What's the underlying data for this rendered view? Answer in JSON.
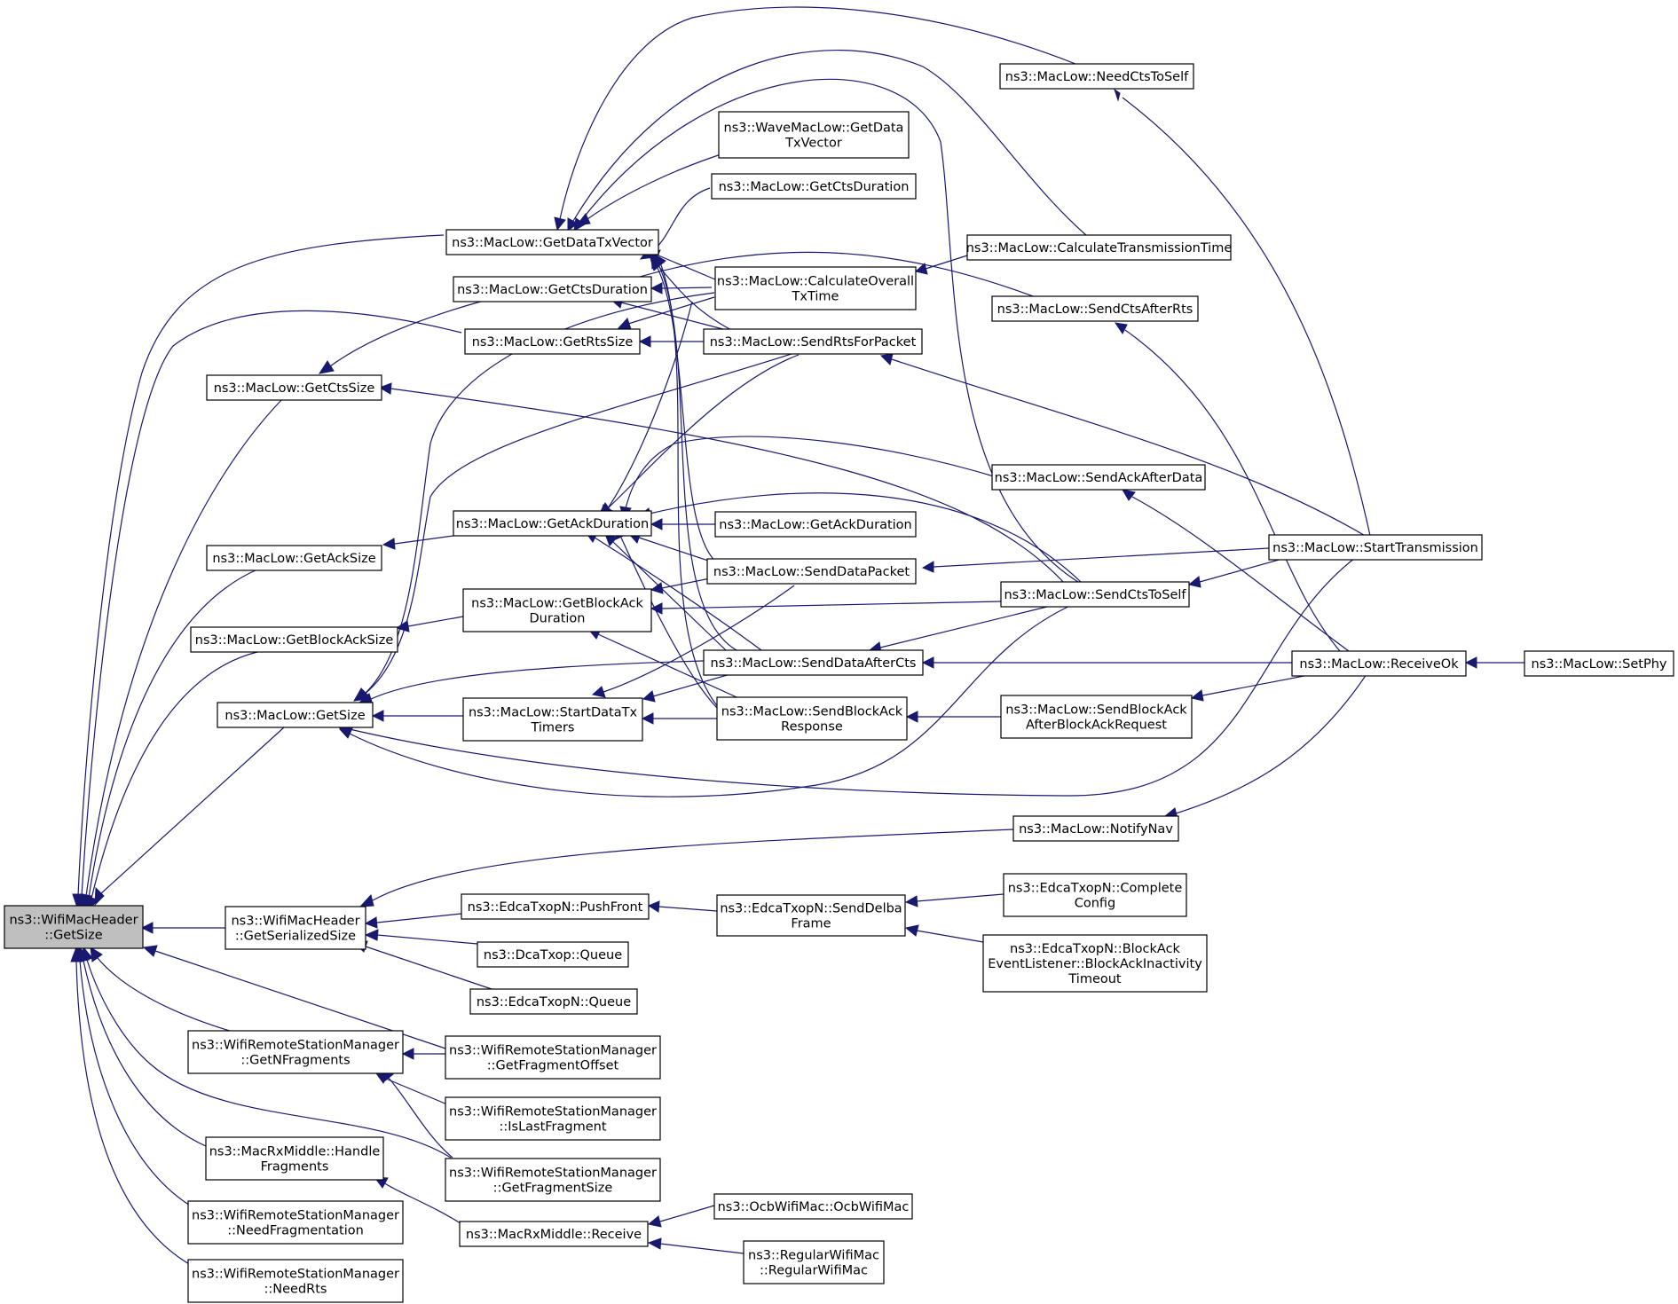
{
  "colors": {
    "edge": "#191970",
    "root_fill": "#bfbfbf",
    "node_fill": "#ffffff",
    "border": "#000000"
  },
  "nodes": [
    {
      "id": "root",
      "lines": [
        "ns3::WifiMacHeader",
        "::GetSize"
      ]
    },
    {
      "id": "getDataTxVector",
      "lines": [
        "ns3::MacLow::GetDataTxVector"
      ]
    },
    {
      "id": "getCtsDuration",
      "lines": [
        "ns3::MacLow::GetCtsDuration"
      ]
    },
    {
      "id": "getRtsSize",
      "lines": [
        "ns3::MacLow::GetRtsSize"
      ]
    },
    {
      "id": "getCtsSize",
      "lines": [
        "ns3::MacLow::GetCtsSize"
      ]
    },
    {
      "id": "getAckSize",
      "lines": [
        "ns3::MacLow::GetAckSize"
      ]
    },
    {
      "id": "getBlockAckSize",
      "lines": [
        "ns3::MacLow::GetBlockAckSize"
      ]
    },
    {
      "id": "getSize",
      "lines": [
        "ns3::MacLow::GetSize"
      ]
    },
    {
      "id": "getSerializedSize",
      "lines": [
        "ns3::WifiMacHeader",
        "::GetSerializedSize"
      ]
    },
    {
      "id": "getNFragments",
      "lines": [
        "ns3::WifiRemoteStationManager",
        "::GetNFragments"
      ]
    },
    {
      "id": "handleFragments",
      "lines": [
        "ns3::MacRxMiddle::Handle",
        "Fragments"
      ]
    },
    {
      "id": "needFragmentation",
      "lines": [
        "ns3::WifiRemoteStationManager",
        "::NeedFragmentation"
      ]
    },
    {
      "id": "needRts",
      "lines": [
        "ns3::WifiRemoteStationManager",
        "::NeedRts"
      ]
    },
    {
      "id": "getAckDuration",
      "lines": [
        "ns3::MacLow::GetAckDuration"
      ]
    },
    {
      "id": "getBlockAckDuration",
      "lines": [
        "ns3::MacLow::GetBlockAck",
        "Duration"
      ]
    },
    {
      "id": "startDataTxTimers",
      "lines": [
        "ns3::MacLow::StartDataTx",
        "Timers"
      ]
    },
    {
      "id": "pushFront",
      "lines": [
        "ns3::EdcaTxopN::PushFront"
      ]
    },
    {
      "id": "dcaQueue",
      "lines": [
        "ns3::DcaTxop::Queue"
      ]
    },
    {
      "id": "edcaQueue",
      "lines": [
        "ns3::EdcaTxopN::Queue"
      ]
    },
    {
      "id": "getFragmentOffset",
      "lines": [
        "ns3::WifiRemoteStationManager",
        "::GetFragmentOffset"
      ]
    },
    {
      "id": "isLastFragment",
      "lines": [
        "ns3::WifiRemoteStationManager",
        "::IsLastFragment"
      ]
    },
    {
      "id": "getFragmentSize",
      "lines": [
        "ns3::WifiRemoteStationManager",
        "::GetFragmentSize"
      ]
    },
    {
      "id": "rxReceive",
      "lines": [
        "ns3::MacRxMiddle::Receive"
      ]
    },
    {
      "id": "waveGetData",
      "lines": [
        "ns3::WaveMacLow::GetData",
        "TxVector"
      ]
    },
    {
      "id": "getCtsDuration2",
      "lines": [
        "ns3::MacLow::GetCtsDuration"
      ]
    },
    {
      "id": "calcOverall",
      "lines": [
        "ns3::MacLow::CalculateOverall",
        "TxTime"
      ]
    },
    {
      "id": "sendRts",
      "lines": [
        "ns3::MacLow::SendRtsForPacket"
      ]
    },
    {
      "id": "getAckDuration2",
      "lines": [
        "ns3::MacLow::GetAckDuration"
      ]
    },
    {
      "id": "sendDataPacket",
      "lines": [
        "ns3::MacLow::SendDataPacket"
      ]
    },
    {
      "id": "sendDataAfterCts",
      "lines": [
        "ns3::MacLow::SendDataAfterCts"
      ]
    },
    {
      "id": "sendBlockAckResponse",
      "lines": [
        "ns3::MacLow::SendBlockAck",
        "Response"
      ]
    },
    {
      "id": "sendDelba",
      "lines": [
        "ns3::EdcaTxopN::SendDelba",
        "Frame"
      ]
    },
    {
      "id": "ocb",
      "lines": [
        "ns3::OcbWifiMac::OcbWifiMac"
      ]
    },
    {
      "id": "regular",
      "lines": [
        "ns3::RegularWifiMac",
        "::RegularWifiMac"
      ]
    },
    {
      "id": "needCtsToSelf",
      "lines": [
        "ns3::MacLow::NeedCtsToSelf"
      ]
    },
    {
      "id": "calcTransmission",
      "lines": [
        "ns3::MacLow::CalculateTransmissionTime"
      ]
    },
    {
      "id": "sendCtsAfterRts",
      "lines": [
        "ns3::MacLow::SendCtsAfterRts"
      ]
    },
    {
      "id": "sendAckAfterData",
      "lines": [
        "ns3::MacLow::SendAckAfterData"
      ]
    },
    {
      "id": "sendCtsToSelf",
      "lines": [
        "ns3::MacLow::SendCtsToSelf"
      ]
    },
    {
      "id": "sendBlockAckAfterReq",
      "lines": [
        "ns3::MacLow::SendBlockAck",
        "AfterBlockAckRequest"
      ]
    },
    {
      "id": "notifyNav",
      "lines": [
        "ns3::MacLow::NotifyNav"
      ]
    },
    {
      "id": "completeConfig",
      "lines": [
        "ns3::EdcaTxopN::Complete",
        "Config"
      ]
    },
    {
      "id": "blockAckTimeout",
      "lines": [
        "ns3::EdcaTxopN::BlockAck",
        "EventListener::BlockAckInactivity",
        "Timeout"
      ]
    },
    {
      "id": "startTransmission",
      "lines": [
        "ns3::MacLow::StartTransmission"
      ]
    },
    {
      "id": "receiveOk",
      "lines": [
        "ns3::MacLow::ReceiveOk"
      ]
    },
    {
      "id": "setPhy",
      "lines": [
        "ns3::MacLow::SetPhy"
      ]
    }
  ]
}
